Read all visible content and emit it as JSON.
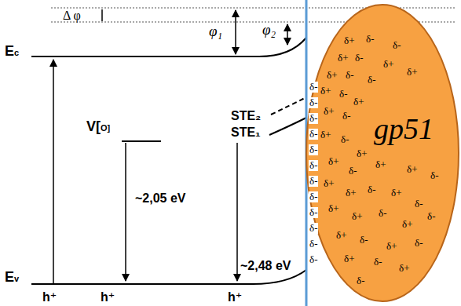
{
  "diagram": {
    "nodes": [
      {
        "text": [
          "gp51",
          "δ+",
          "δ-",
          "δ-",
          "δ+",
          "δ-",
          "δ+",
          "δ+",
          "δ-",
          "δ-",
          "δ+",
          "δ+",
          "δ-",
          "δ+",
          "δ+",
          "δ-",
          "δ+",
          "δ-",
          "δ+",
          "δ+",
          "δ-",
          "δ+",
          "δ+",
          "δ-",
          "δ+",
          "δ+",
          "δ-",
          "δ+",
          "δ-",
          "δ+",
          "δ+",
          "δ-",
          "δ+",
          "δ-",
          "δ+",
          "δ-",
          "δ+",
          "δ-",
          "δ+",
          "δ-",
          "δ+",
          "δ-"
        ]
      }
    ],
    "labels": [
      "Δ φ",
      "φ₁",
      "φ₂",
      "Ec",
      "STE₂",
      "STE₁",
      "V[O]",
      "~2,05 eV",
      "~2,48 eV",
      "Ev",
      "h⁺",
      "h⁺",
      "h⁺",
      "δ-",
      "δ-",
      "δ-",
      "δ-",
      "δ-",
      "δ-",
      "δ-",
      "δ-",
      "δ-",
      "δ-",
      "δ-",
      "δ-"
    ]
  }
}
